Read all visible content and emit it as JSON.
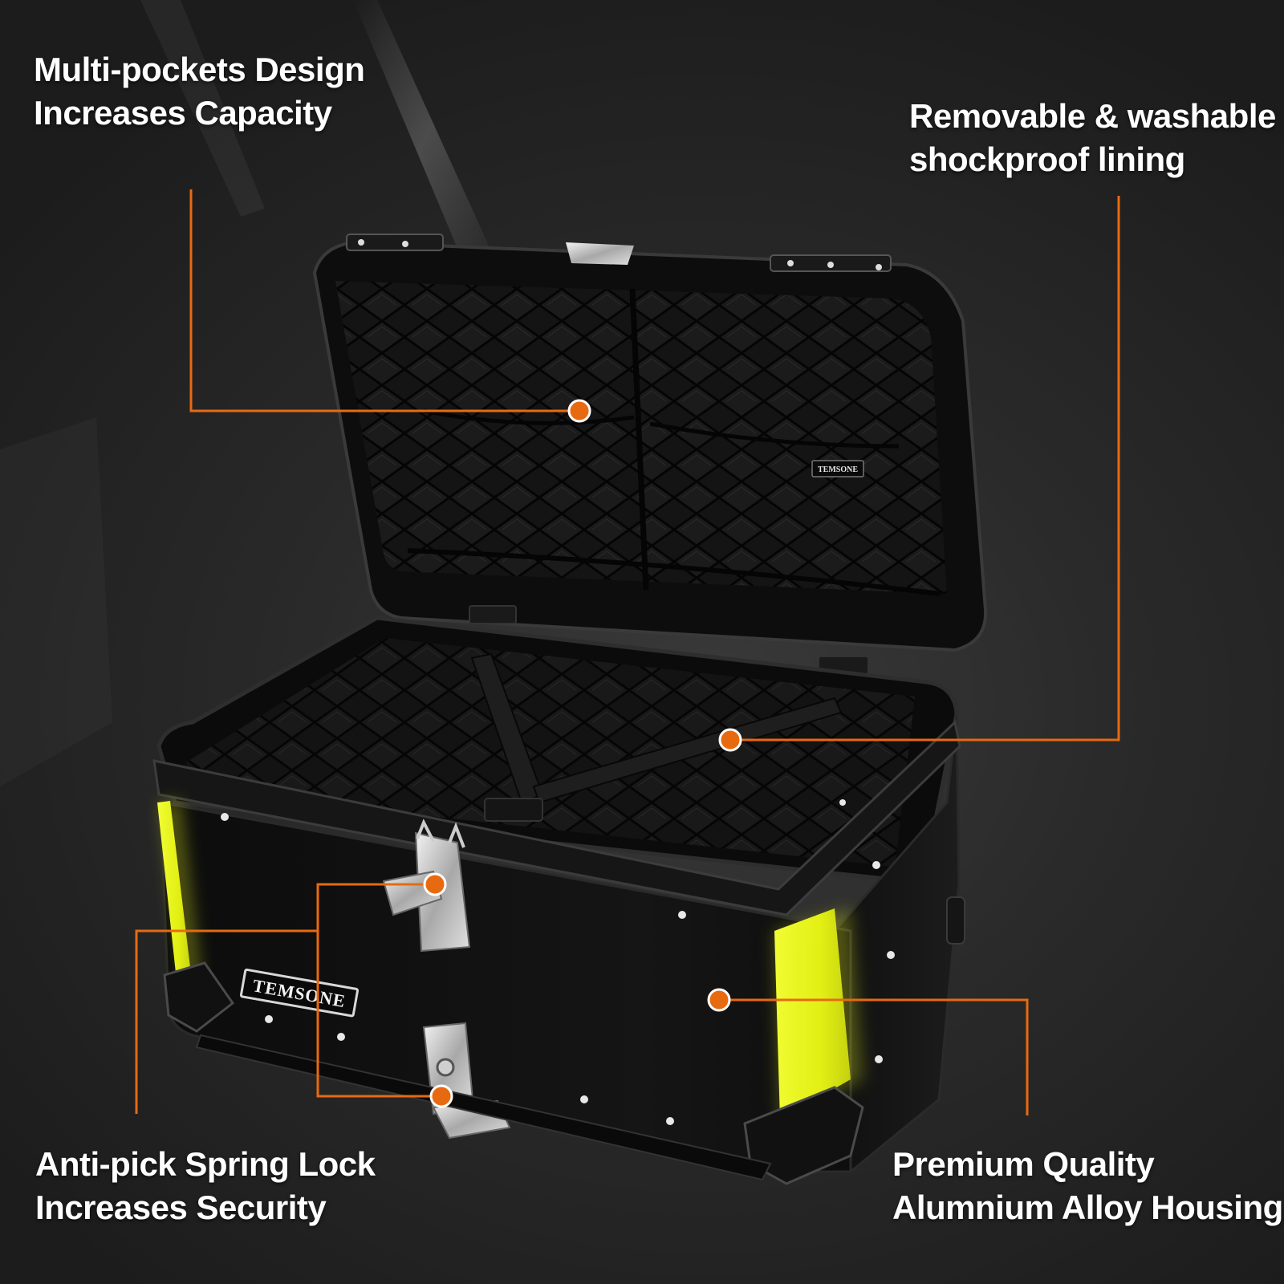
{
  "colors": {
    "background": "#2a2a2a",
    "callout_orange": "#e86a10",
    "accent_yellow": "#e6f21c",
    "case_black": "#111111",
    "text_white": "#ffffff"
  },
  "callouts": {
    "pockets": {
      "line1": "Multi-pockets Design",
      "line2": "Increases Capacity"
    },
    "lining": {
      "line1": "Removable & washable",
      "line2": "shockproof lining"
    },
    "lock": {
      "line1": "Anti-pick Spring Lock",
      "line2": "Increases Security"
    },
    "housing": {
      "line1": "Premium Quality",
      "line2": "Alumnium Alloy Housing"
    }
  },
  "branding": {
    "lid_label": "TEMSONE",
    "front_badge": "TEMSONE"
  }
}
